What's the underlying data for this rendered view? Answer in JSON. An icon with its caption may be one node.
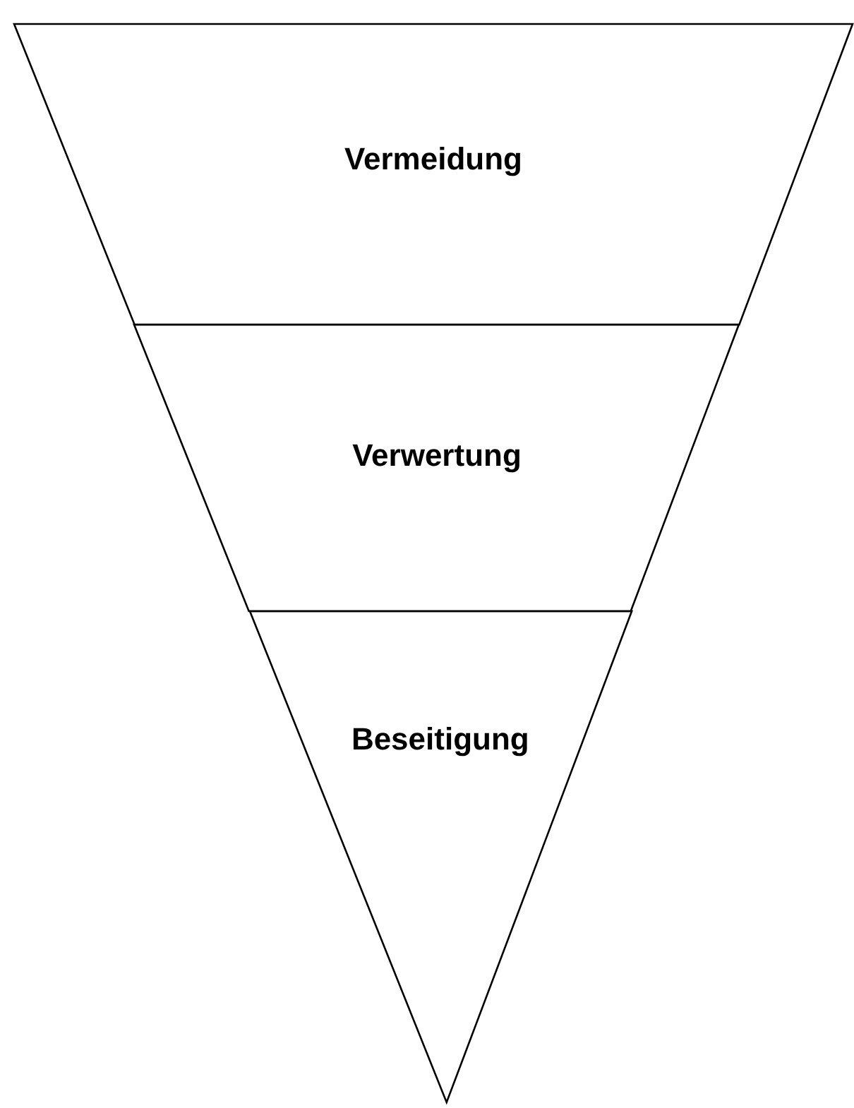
{
  "diagram": {
    "nodes": [
      {
        "text": [
          "Vermeidung"
        ]
      },
      {
        "text": [
          "Verwertung"
        ]
      },
      {
        "text": [
          "Beseitigung"
        ]
      }
    ]
  }
}
